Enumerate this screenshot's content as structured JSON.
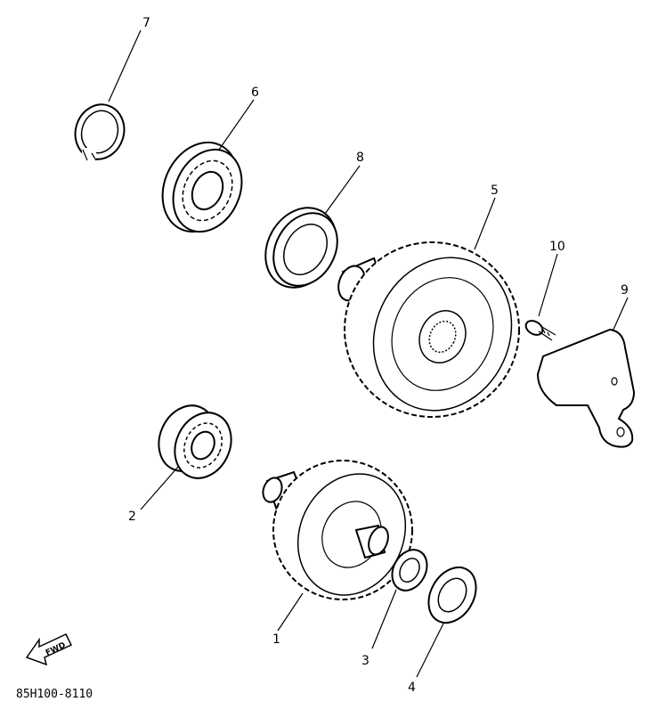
{
  "diagram": {
    "part_numbers": [
      "1",
      "2",
      "3",
      "4",
      "5",
      "6",
      "7",
      "8",
      "9",
      "10"
    ],
    "fwd_label": "FWD",
    "drawing_code": "85H100-8110"
  }
}
